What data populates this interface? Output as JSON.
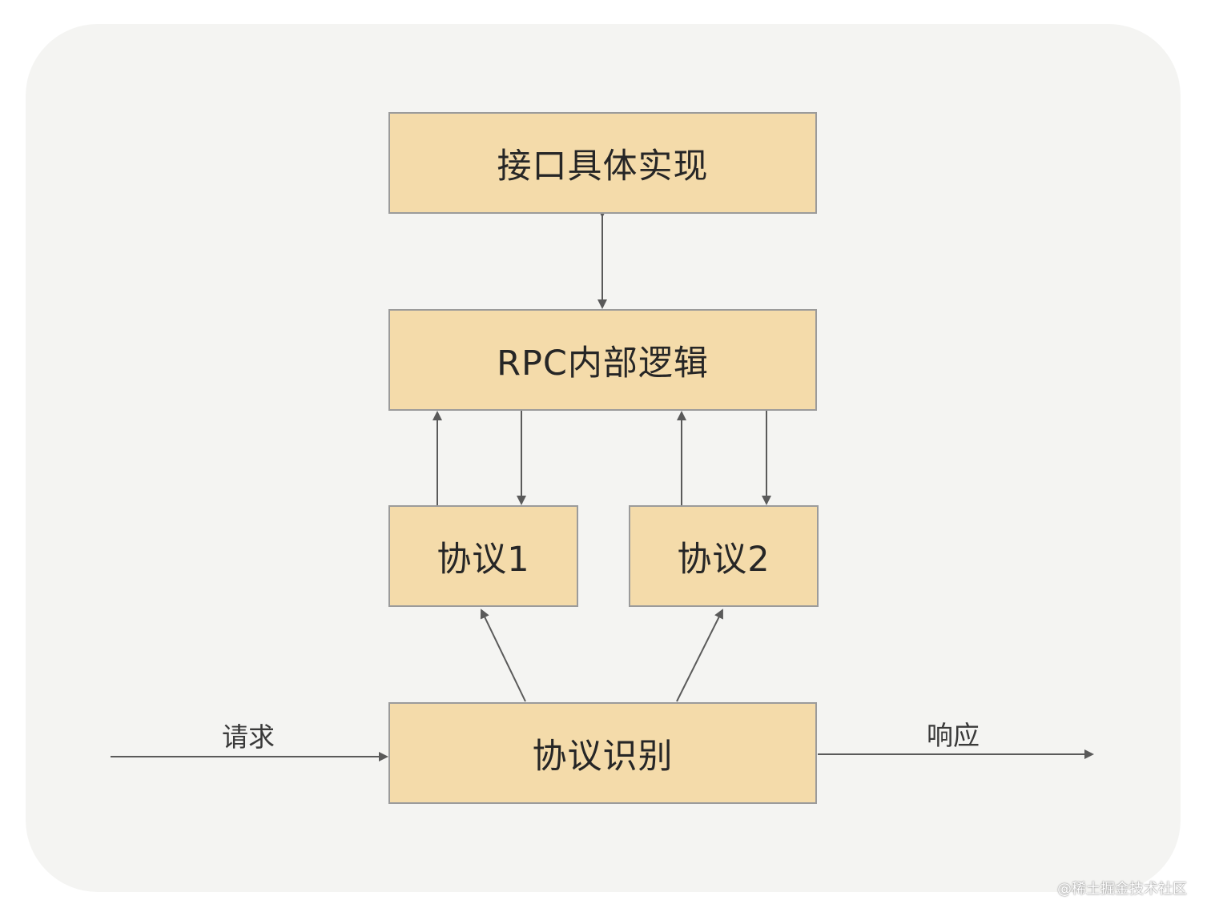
{
  "nodes": {
    "impl": "接口具体实现",
    "rpc": "RPC内部逻辑",
    "protocol1": "协议1",
    "protocol2": "协议2",
    "detect": "协议识别"
  },
  "edges": {
    "request": "请求",
    "response": "响应"
  },
  "watermark": "@稀土掘金技术社区",
  "colors": {
    "node_fill": "#f4dbaa",
    "node_border": "#9b9b9b",
    "arrow": "#5a5a5a",
    "background": "#f4f4f2"
  }
}
